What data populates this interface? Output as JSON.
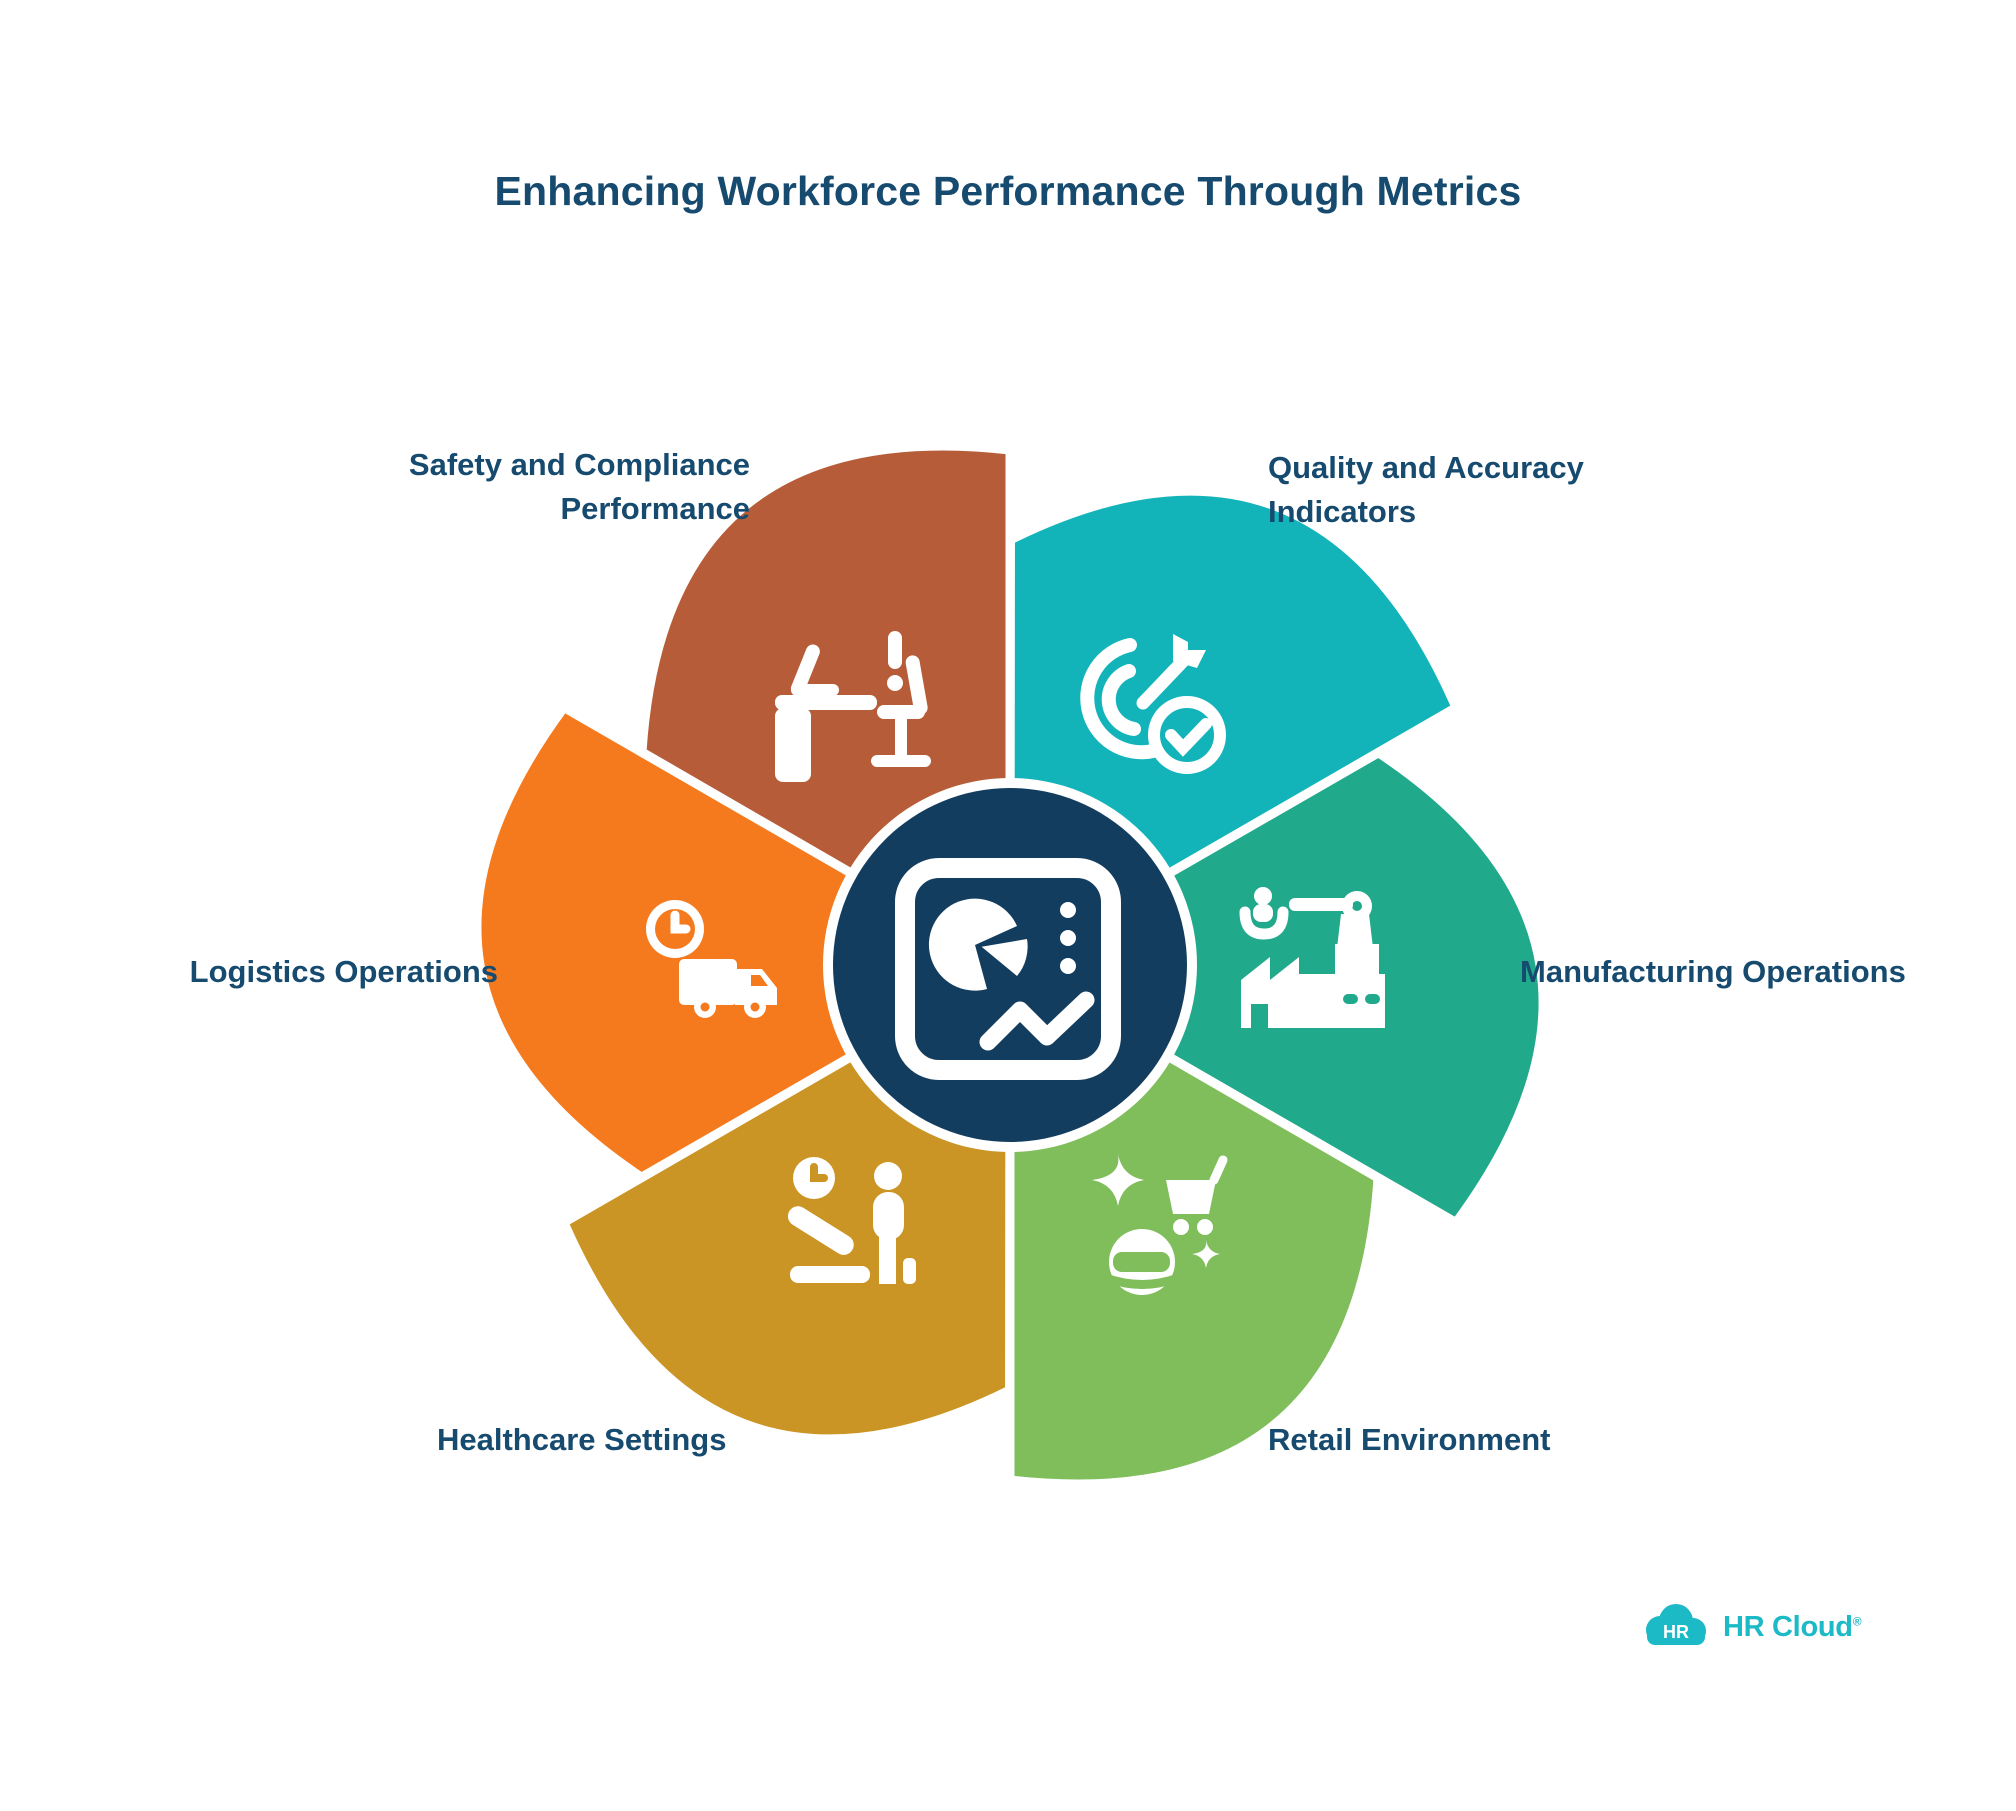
{
  "title": "Enhancing Workforce Performance Through Metrics",
  "colors": {
    "text_navy": "#164a6e",
    "center_navy": "#133d5e",
    "icon_white": "#ffffff",
    "logo_teal": "#1cb9c6"
  },
  "center": {
    "icon": "dashboard-analytics-icon"
  },
  "segments": [
    {
      "id": "safety",
      "label": "Safety and Compliance Performance",
      "color": "#B65C38",
      "icon": "desk-workstation-alert-icon"
    },
    {
      "id": "quality",
      "label": "Quality and Accuracy Indicators",
      "color": "#12B4BA",
      "icon": "target-dart-check-icon"
    },
    {
      "id": "manufacturing",
      "label": "Manufacturing Operations",
      "color": "#21A98C",
      "icon": "robotic-arm-factory-icon"
    },
    {
      "id": "retail",
      "label": "Retail Environment",
      "color": "#7FBE5B",
      "icon": "shopping-cart-sparkles-icon"
    },
    {
      "id": "healthcare",
      "label": "Healthcare Settings",
      "color": "#CB9526",
      "icon": "patient-bed-clock-icon"
    },
    {
      "id": "logistics",
      "label": "Logistics Operations",
      "color": "#F5791D",
      "icon": "delivery-truck-clock-icon"
    }
  ],
  "logo": {
    "badge_text": "HR",
    "brand": "HR Cloud",
    "registered_mark": "®"
  }
}
